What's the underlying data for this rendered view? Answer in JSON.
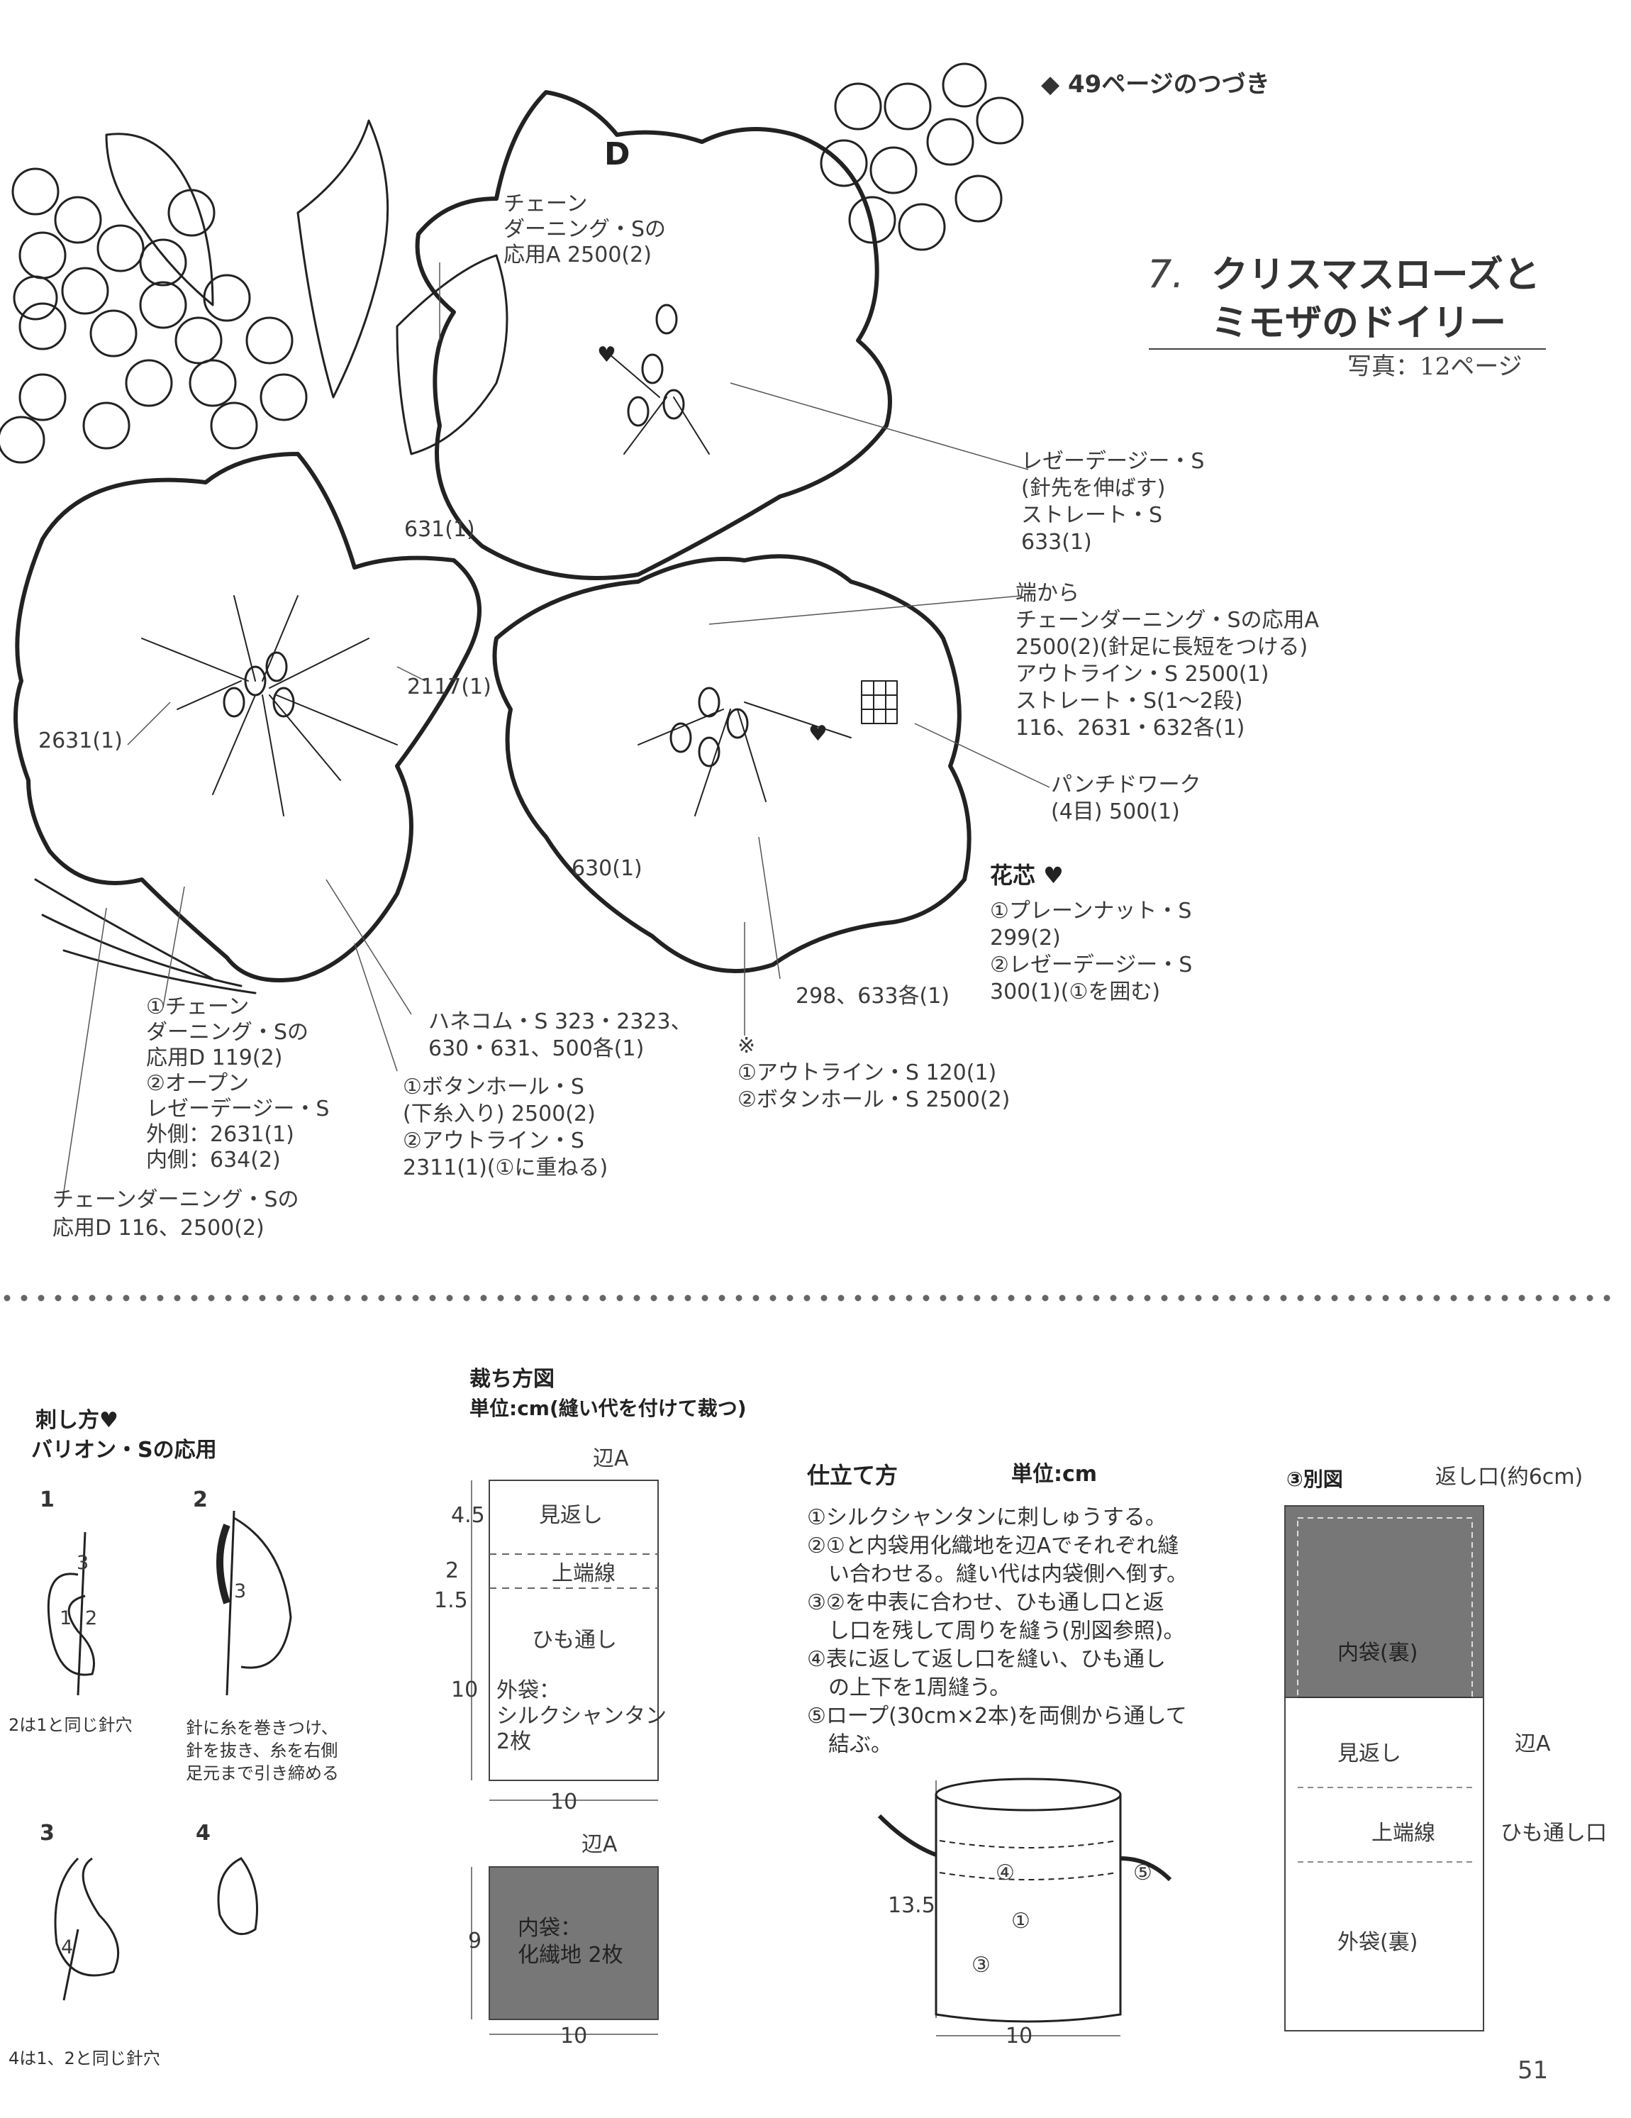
{
  "header": {
    "continued": "49ページのつづき"
  },
  "title": {
    "number": "7.",
    "line1": "クリスマスローズと",
    "line2": "ミモザのドイリー",
    "photo": "写真：12ページ"
  },
  "flower_label": "D",
  "annotations": {
    "a1": "チェーン\nダーニング・Sの\n応用A 2500(2)",
    "a2": "レゼーデージー・S\n(針先を伸ばす)\nストレート・S\n633(1)",
    "a3": "631(1)",
    "a4": "端から\nチェーンダーニング・Sの応用A\n2500(2)(針足に長短をつける)\nアウトライン・S 2500(1)\nストレート・S(1〜2段)\n116、2631・632各(1)",
    "a5": "2117(1)",
    "a6": "2631(1)",
    "a7": "パンチドワーク\n(4目) 500(1)",
    "a8": "630(1)",
    "a9_title": "花芯 ♥",
    "a9": "①プレーンナット・S\n  299(2)\n②レゼーデージー・S\n  300(1)(①を囲む)",
    "a10": "298、633各(1)",
    "a11": "①チェーン\n  ダーニング・Sの\n  応用D 119(2)\n②オープン\n  レゼーデージー・S\n  外側：2631(1)\n  内側：634(2)",
    "a12": "ハネコム・S 323・2323、\n630・631、500各(1)",
    "a13": "①ボタンホール・S\n(下糸入り) 2500(2)\n②アウトライン・S\n  2311(1)(①に重ねる)",
    "a14": "※\n①アウトライン・S 120(1)\n②ボタンホール・S 2500(2)",
    "a15": "チェーンダーニング・Sの\n応用D 116、2500(2)"
  },
  "stitch": {
    "title1": "刺し方♥",
    "title2": "バリオン・Sの応用",
    "step1": "1",
    "step2": "2",
    "step3": "3",
    "step4": "4",
    "note1": "2は1と同じ針穴",
    "note2": "針に糸を巻きつけ、\n針を抜き、糸を右側\n足元まで引き締める",
    "note4": "4は1、2と同じ針穴",
    "n1": "1",
    "n2": "2",
    "n3": "3",
    "n3b": "3",
    "n4": "4"
  },
  "cut": {
    "title": "裁ち方図",
    "unit": "単位:cm(縫い代を付けて裁つ)",
    "edgeA": "辺A",
    "edgeA2": "辺A",
    "d45": "4.5",
    "d2": "2",
    "d15": "1.5",
    "d10": "10",
    "d9": "9",
    "w1": "10",
    "w2": "10",
    "mikaeshi": "見返し",
    "jotansen": "上端線",
    "himodoshi": "ひも通し",
    "outer": "外袋：\nシルクシャンタン\n2枚",
    "inner": "内袋：\n化繊地 2枚",
    "fill_color": "#777777"
  },
  "make": {
    "title": "仕立て方",
    "unit": "単位:cm",
    "steps": "①シルクシャンタンに刺しゅうする。\n②①と内袋用化織地を辺Aでそれぞれ縫\n　い合わせる。縫い代は内袋側へ倒す。\n③②を中表に合わせ、ひも通し口と返\n　し口を残して周りを縫う(別図参照)。\n④表に返して返し口を縫い、ひも通し\n　の上下を1周縫う。\n⑤ロープ(30cm×2本)を両側から通して\n　結ぶ。",
    "h": "13.5",
    "w": "10",
    "c1": "①",
    "c3": "③",
    "c4": "④",
    "c5": "⑤"
  },
  "sep": {
    "title": "③別図",
    "kaeshi": "返し口(約6cm)",
    "inner": "内袋(裏)",
    "edgeA": "辺A",
    "mikaeshi": "見返し",
    "jotansen": "上端線",
    "himo": "ひも通し口",
    "outer": "外袋(裏)",
    "fill_color": "#777777"
  },
  "page_number": "51"
}
